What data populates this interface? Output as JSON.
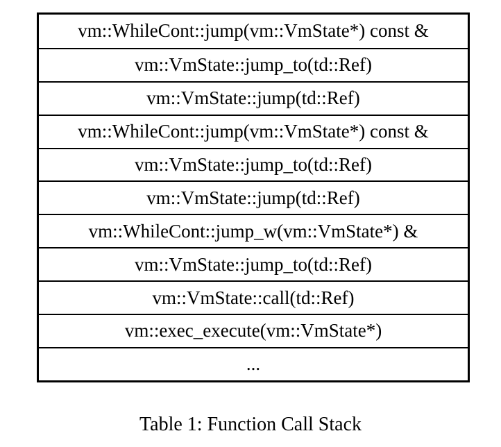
{
  "figure": {
    "caption": "Table 1: Function Call Stack",
    "rows": [
      "vm::WhileCont::jump(vm::VmState*) const &",
      "vm::VmState::jump_to(td::Ref)",
      "vm::VmState::jump(td::Ref)",
      "vm::WhileCont::jump(vm::VmState*) const &",
      "vm::VmState::jump_to(td::Ref)",
      "vm::VmState::jump(td::Ref)",
      "vm::WhileCont::jump_w(vm::VmState*) &",
      "vm::VmState::jump_to(td::Ref)",
      "vm::VmState::call(td::Ref)",
      "vm::exec_execute(vm::VmState*)",
      "..."
    ]
  },
  "colors": {
    "background": "#ffffff",
    "border": "#000000",
    "text": "#000000"
  }
}
